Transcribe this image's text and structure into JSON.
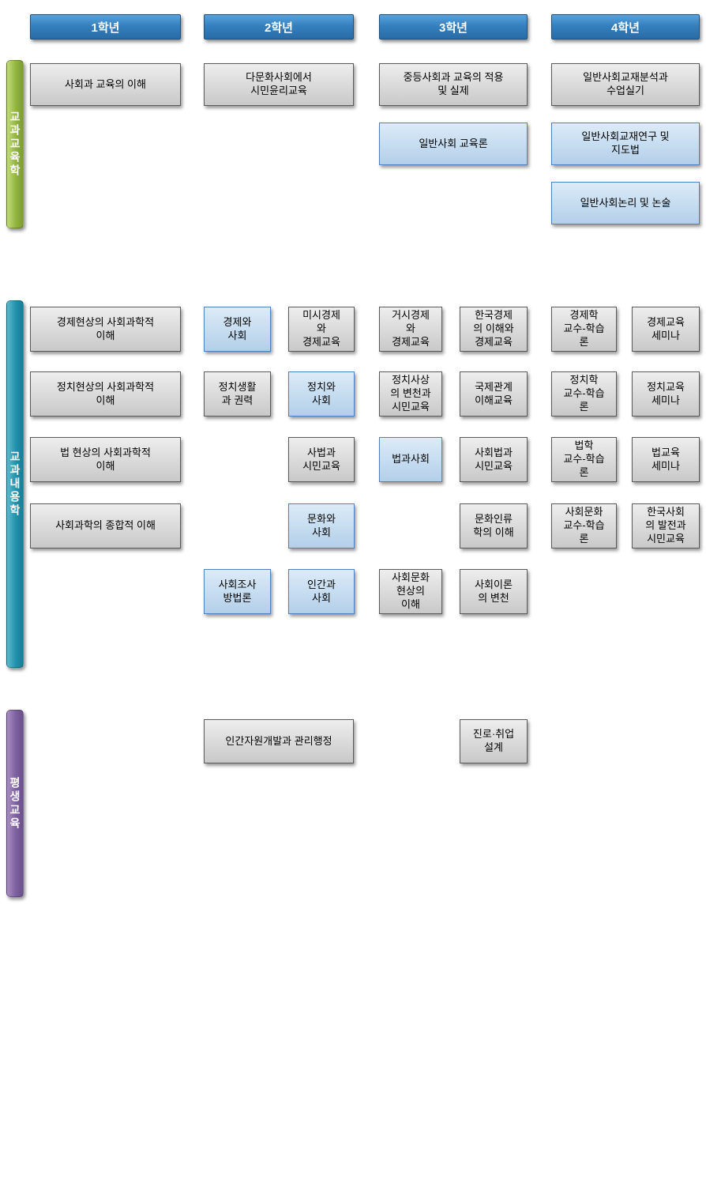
{
  "colors": {
    "header_blue_top": "#5AA2DC",
    "header_blue_bottom": "#2A6BA6",
    "header_border": "#1F4E79",
    "gray_box_bg": "#D9D9D9",
    "gray_box_border": "#595959",
    "blue_box_bg": "#C5DCF0",
    "blue_box_border": "#4F81BD",
    "bar_green": "#93B53F",
    "bar_teal": "#2191AD",
    "bar_purple": "#7D60A0"
  },
  "year_headers": [
    {
      "id": "year-1",
      "label": "1학년"
    },
    {
      "id": "year-2",
      "label": "2학년"
    },
    {
      "id": "year-3",
      "label": "3학년"
    },
    {
      "id": "year-4",
      "label": "4학년"
    }
  ],
  "section_bars": [
    {
      "id": "pedagogy",
      "label": "교과교육학",
      "style": "green"
    },
    {
      "id": "content",
      "label": "교과내용학",
      "style": "teal"
    },
    {
      "id": "lifelong",
      "label": "평생교육",
      "style": "purple"
    }
  ],
  "courses": [
    {
      "section": "pedagogy",
      "row": 0,
      "year": 1,
      "col": "full",
      "style": "gray",
      "label": "사회과 교육의 이해"
    },
    {
      "section": "pedagogy",
      "row": 0,
      "year": 2,
      "col": "full",
      "style": "gray",
      "label": "다문화사회에서\n시민윤리교육"
    },
    {
      "section": "pedagogy",
      "row": 0,
      "year": 3,
      "col": "full",
      "style": "gray",
      "label": "중등사회과 교육의 적용\n및 실제"
    },
    {
      "section": "pedagogy",
      "row": 1,
      "year": 3,
      "col": "full",
      "style": "blue",
      "label": "일반사회 교육론"
    },
    {
      "section": "pedagogy",
      "row": 0,
      "year": 4,
      "col": "full",
      "style": "gray",
      "label": "일반사회교재분석과\n수업실기"
    },
    {
      "section": "pedagogy",
      "row": 1,
      "year": 4,
      "col": "full",
      "style": "blue",
      "label": "일반사회교재연구 및\n지도법"
    },
    {
      "section": "pedagogy",
      "row": 2,
      "year": 4,
      "col": "full",
      "style": "blue",
      "label": "일반사회논리 및 논술"
    },
    {
      "section": "content",
      "row": 0,
      "year": 1,
      "col": "full",
      "style": "gray",
      "label": "경제현상의 사회과학적\n이해"
    },
    {
      "section": "content",
      "row": 0,
      "year": 2,
      "col": "a",
      "style": "blue",
      "label": "경제와\n사회"
    },
    {
      "section": "content",
      "row": 0,
      "year": 2,
      "col": "b",
      "style": "gray",
      "label": "미시경제\n와\n경제교육"
    },
    {
      "section": "content",
      "row": 0,
      "year": 3,
      "col": "a",
      "style": "gray",
      "label": "거시경제\n와\n경제교육"
    },
    {
      "section": "content",
      "row": 0,
      "year": 3,
      "col": "b",
      "style": "gray",
      "label": "한국경제\n의 이해와\n경제교육"
    },
    {
      "section": "content",
      "row": 0,
      "year": 4,
      "col": "a",
      "style": "gray",
      "label": "경제학\n교수-학습\n론"
    },
    {
      "section": "content",
      "row": 0,
      "year": 4,
      "col": "b",
      "style": "gray",
      "label": "경제교육\n세미나"
    },
    {
      "section": "content",
      "row": 1,
      "year": 1,
      "col": "full",
      "style": "gray",
      "label": "정치현상의 사회과학적\n이해"
    },
    {
      "section": "content",
      "row": 1,
      "year": 2,
      "col": "a",
      "style": "gray",
      "label": "정치생활\n과 권력"
    },
    {
      "section": "content",
      "row": 1,
      "year": 2,
      "col": "b",
      "style": "blue",
      "label": "정치와\n사회"
    },
    {
      "section": "content",
      "row": 1,
      "year": 3,
      "col": "a",
      "style": "gray",
      "label": "정치사상\n의 변천과\n시민교육"
    },
    {
      "section": "content",
      "row": 1,
      "year": 3,
      "col": "b",
      "style": "gray",
      "label": "국제관계\n이해교육"
    },
    {
      "section": "content",
      "row": 1,
      "year": 4,
      "col": "a",
      "style": "gray",
      "label": "정치학\n교수-학습\n론"
    },
    {
      "section": "content",
      "row": 1,
      "year": 4,
      "col": "b",
      "style": "gray",
      "label": "정치교육\n세미나"
    },
    {
      "section": "content",
      "row": 2,
      "year": 1,
      "col": "full",
      "style": "gray",
      "label": "법 현상의 사회과학적\n이해"
    },
    {
      "section": "content",
      "row": 2,
      "year": 2,
      "col": "b",
      "style": "gray",
      "label": "사법과\n시민교육"
    },
    {
      "section": "content",
      "row": 2,
      "year": 3,
      "col": "a",
      "style": "blue",
      "label": "법과사회"
    },
    {
      "section": "content",
      "row": 2,
      "year": 3,
      "col": "b",
      "style": "gray",
      "label": "사회법과\n시민교육"
    },
    {
      "section": "content",
      "row": 2,
      "year": 4,
      "col": "a",
      "style": "gray",
      "label": "법학\n교수-학습\n론"
    },
    {
      "section": "content",
      "row": 2,
      "year": 4,
      "col": "b",
      "style": "gray",
      "label": "법교육\n세미나"
    },
    {
      "section": "content",
      "row": 3,
      "year": 1,
      "col": "full",
      "style": "gray",
      "label": "사회과학의 종합적 이해"
    },
    {
      "section": "content",
      "row": 3,
      "year": 2,
      "col": "b",
      "style": "blue",
      "label": "문화와\n사회"
    },
    {
      "section": "content",
      "row": 3,
      "year": 3,
      "col": "b",
      "style": "gray",
      "label": "문화인류\n학의 이해"
    },
    {
      "section": "content",
      "row": 3,
      "year": 4,
      "col": "a",
      "style": "gray",
      "label": "사회문화\n교수-학습\n론"
    },
    {
      "section": "content",
      "row": 3,
      "year": 4,
      "col": "b",
      "style": "gray",
      "label": "한국사회\n의 발전과\n시민교육"
    },
    {
      "section": "content",
      "row": 4,
      "year": 2,
      "col": "a",
      "style": "blue",
      "label": "사회조사\n방법론"
    },
    {
      "section": "content",
      "row": 4,
      "year": 2,
      "col": "b",
      "style": "blue",
      "label": "인간과\n사회"
    },
    {
      "section": "content",
      "row": 4,
      "year": 3,
      "col": "a",
      "style": "gray",
      "label": "사회문화\n현상의\n이해"
    },
    {
      "section": "content",
      "row": 4,
      "year": 3,
      "col": "b",
      "style": "gray",
      "label": "사회이론\n의 변천"
    },
    {
      "section": "lifelong",
      "row": 0,
      "year": 2,
      "col": "full",
      "style": "gray",
      "label": "인간자원개발과 관리행정"
    },
    {
      "section": "lifelong",
      "row": 0,
      "year": 3,
      "col": "b",
      "style": "gray",
      "label": "진로·취업\n설계"
    }
  ]
}
